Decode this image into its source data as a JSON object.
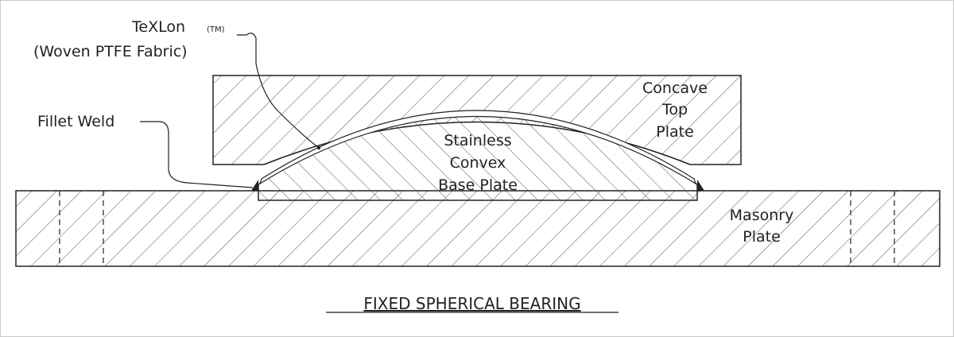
{
  "labels": {
    "texlon": "TeXLon",
    "tm": "(TM)",
    "ptfe": "(Woven PTFE Fabric)",
    "fillet": "Fillet Weld",
    "concave_line1": "Concave",
    "concave_line2": "Top",
    "concave_line3": "Plate",
    "convex_line1": "Stainless",
    "convex_line2": "Convex",
    "convex_line3": "Base Plate",
    "masonry_line1": "Masonry",
    "masonry_line2": "Plate"
  },
  "title": "FIXED SPHERICAL BEARING",
  "colors": {
    "line": "#222222",
    "hatch": "#555555",
    "frame": "#c8c8c8"
  }
}
